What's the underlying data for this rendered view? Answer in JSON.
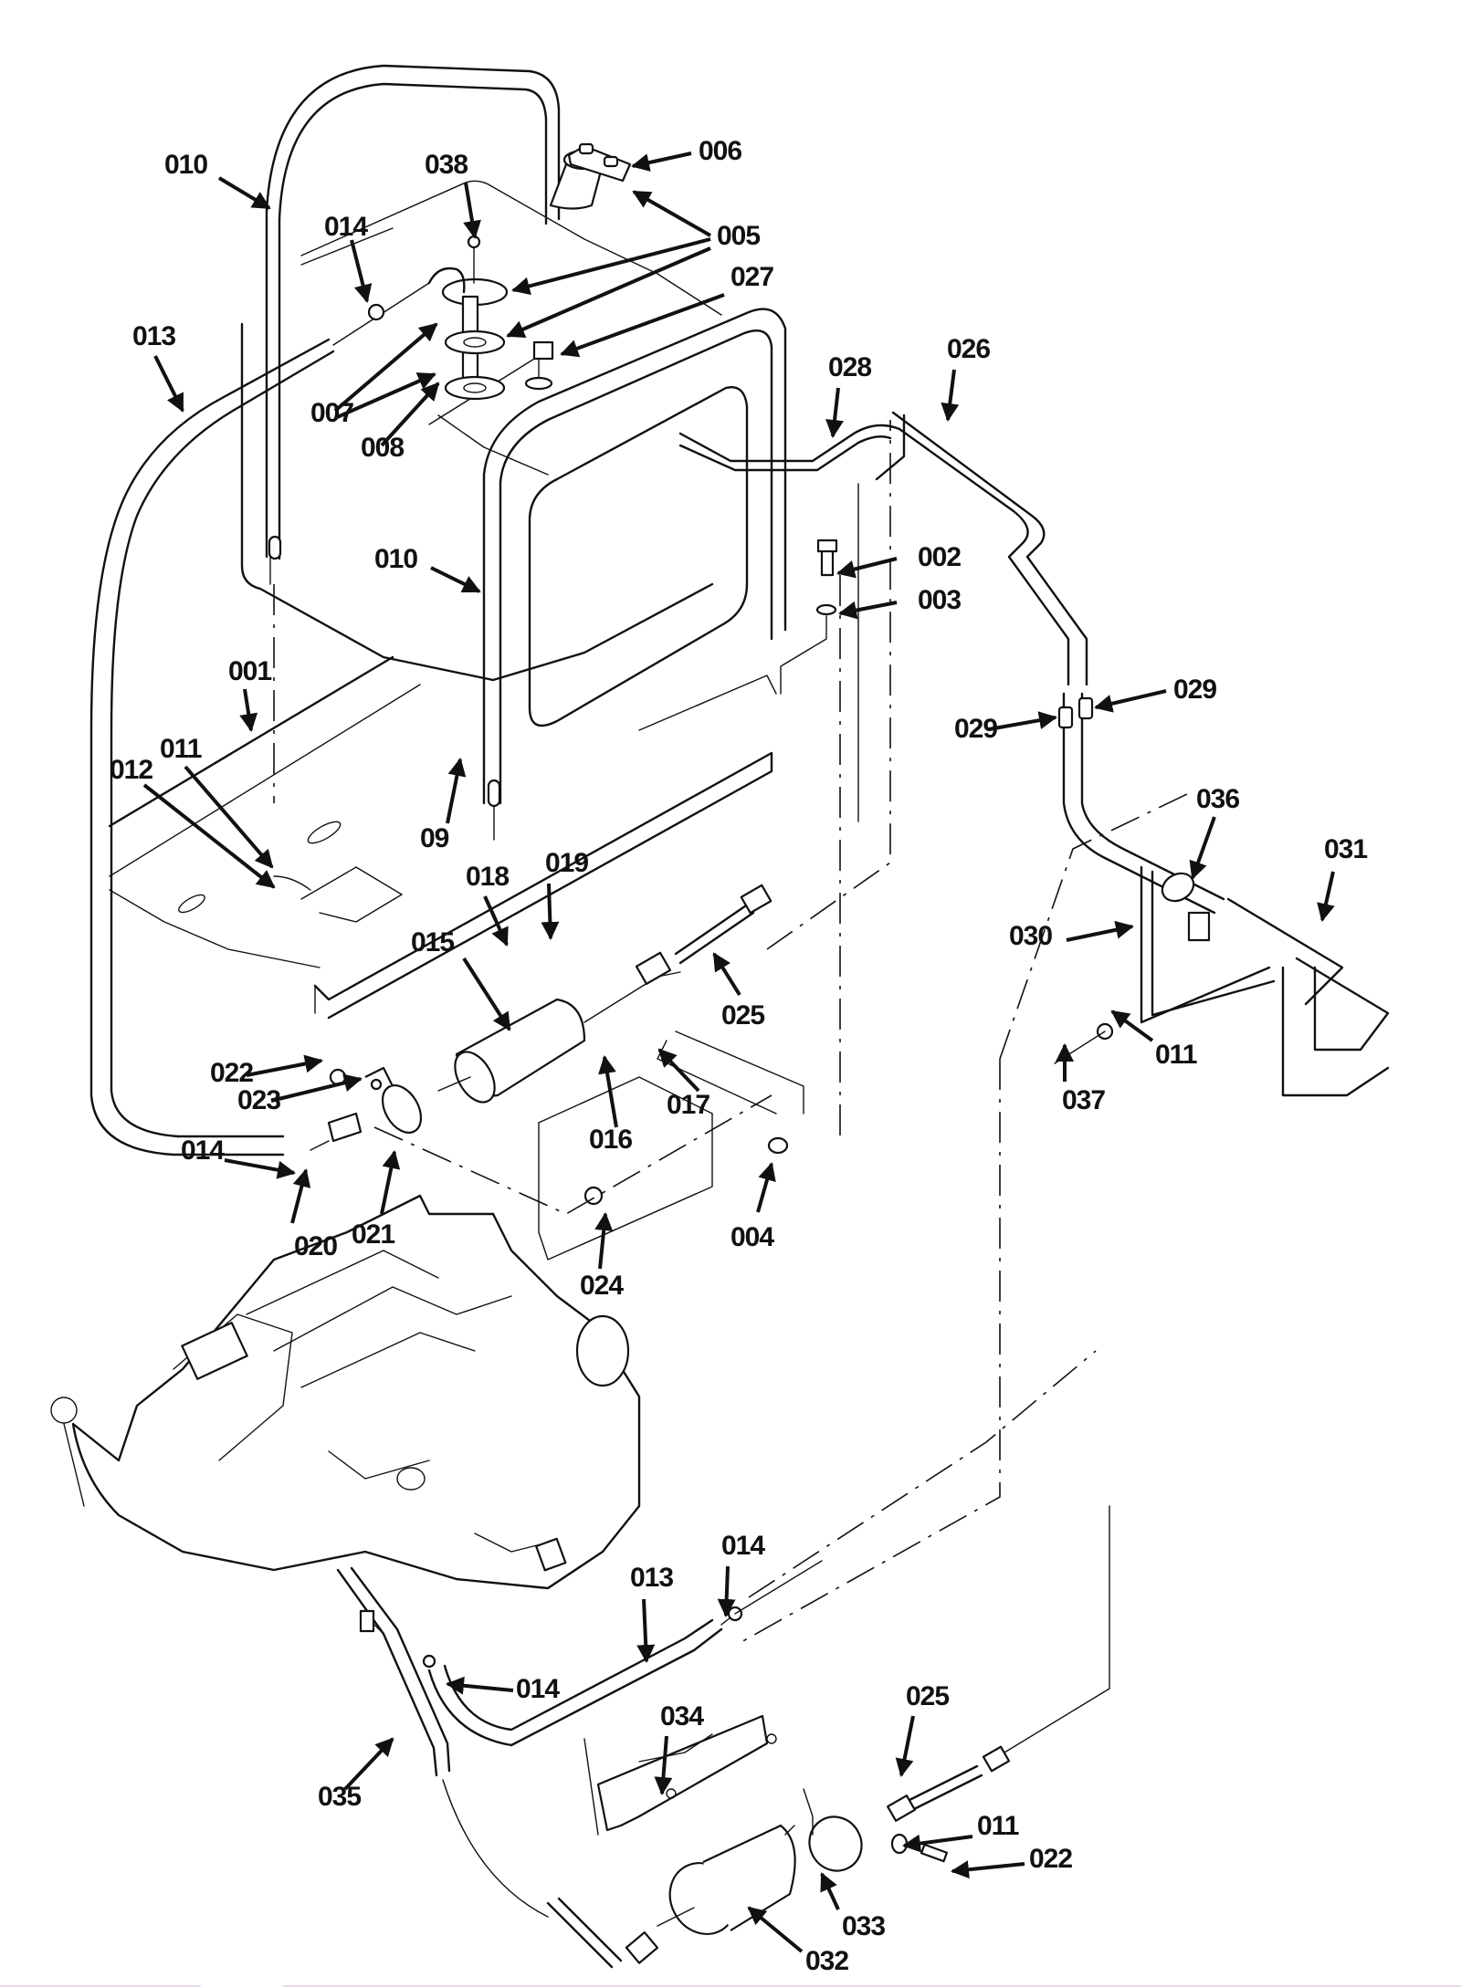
{
  "diagram": {
    "type": "exploded-parts-diagram",
    "subject": "fuel tank, fuel lines, fuel pump and filter assembly",
    "callouts": [
      {
        "id": "c-010a",
        "label": "010"
      },
      {
        "id": "c-038",
        "label": "038"
      },
      {
        "id": "c-006",
        "label": "006"
      },
      {
        "id": "c-014a",
        "label": "014"
      },
      {
        "id": "c-005",
        "label": "005"
      },
      {
        "id": "c-027",
        "label": "027"
      },
      {
        "id": "c-013a",
        "label": "013"
      },
      {
        "id": "c-026",
        "label": "026"
      },
      {
        "id": "c-028",
        "label": "028"
      },
      {
        "id": "c-007",
        "label": "007"
      },
      {
        "id": "c-008",
        "label": "008"
      },
      {
        "id": "c-010b",
        "label": "010"
      },
      {
        "id": "c-002",
        "label": "002"
      },
      {
        "id": "c-003",
        "label": "003"
      },
      {
        "id": "c-001",
        "label": "001"
      },
      {
        "id": "c-029a",
        "label": "029"
      },
      {
        "id": "c-029b",
        "label": "029"
      },
      {
        "id": "c-011a",
        "label": "011"
      },
      {
        "id": "c-012",
        "label": "012"
      },
      {
        "id": "c-09",
        "label": "09"
      },
      {
        "id": "c-036",
        "label": "036"
      },
      {
        "id": "c-031",
        "label": "031"
      },
      {
        "id": "c-018",
        "label": "018"
      },
      {
        "id": "c-019",
        "label": "019"
      },
      {
        "id": "c-015",
        "label": "015"
      },
      {
        "id": "c-030",
        "label": "030"
      },
      {
        "id": "c-025a",
        "label": "025"
      },
      {
        "id": "c-011b",
        "label": "011"
      },
      {
        "id": "c-022a",
        "label": "022"
      },
      {
        "id": "c-037",
        "label": "037"
      },
      {
        "id": "c-023",
        "label": "023"
      },
      {
        "id": "c-017",
        "label": "017"
      },
      {
        "id": "c-016",
        "label": "016"
      },
      {
        "id": "c-014b",
        "label": "014"
      },
      {
        "id": "c-004",
        "label": "004"
      },
      {
        "id": "c-020",
        "label": "020"
      },
      {
        "id": "c-021",
        "label": "021"
      },
      {
        "id": "c-024",
        "label": "024"
      },
      {
        "id": "c-014c",
        "label": "014"
      },
      {
        "id": "c-013b",
        "label": "013"
      },
      {
        "id": "c-025b",
        "label": "025"
      },
      {
        "id": "c-014d",
        "label": "014"
      },
      {
        "id": "c-034",
        "label": "034"
      },
      {
        "id": "c-035",
        "label": "035"
      },
      {
        "id": "c-011c",
        "label": "011"
      },
      {
        "id": "c-022b",
        "label": "022"
      },
      {
        "id": "c-033",
        "label": "033"
      },
      {
        "id": "c-032",
        "label": "032"
      }
    ]
  }
}
